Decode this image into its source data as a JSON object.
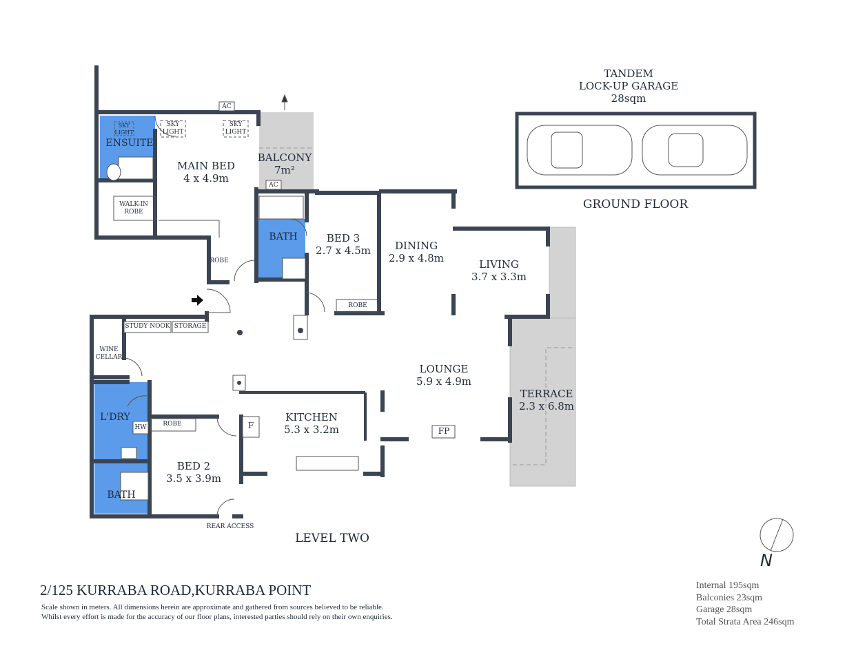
{
  "property": {
    "address": "2/125 KURRABA ROAD,KURRABA POINT",
    "disclaimer_line1": "Scale shown in meters. All dimensions herein are approximate and gathered from sources believed to be  reliable.",
    "disclaimer_line2": "Whilst every effort is made for the accuracy of our floor plans, interested parties should rely on their own enquiries."
  },
  "levels": {
    "level_two": "LEVEL TWO",
    "ground_floor": "GROUND FLOOR"
  },
  "garage": {
    "line1": "TANDEM",
    "line2": "LOCK-UP GARAGE",
    "area": "28sqm"
  },
  "rooms": {
    "ensuite": "ENSUITE",
    "main_bed": {
      "name": "MAIN BED",
      "size": "4 x 4.9m"
    },
    "balcony": {
      "name": "BALCONY",
      "size": "7m²"
    },
    "walk_in_robe": {
      "line1": "WALK-IN",
      "line2": "ROBE"
    },
    "bath_upper": "BATH",
    "bed3": {
      "name": "BED 3",
      "size": "2.7 x 4.5m"
    },
    "dining": {
      "name": "DINING",
      "size": "2.9 x 4.8m"
    },
    "living": {
      "name": "LIVING",
      "size": "3.7 x 3.3m"
    },
    "lounge": {
      "name": "LOUNGE",
      "size": "5.9 x 4.9m"
    },
    "terrace": {
      "name": "TERRACE",
      "size": "2.3 x 6.8m"
    },
    "kitchen": {
      "name": "KITCHEN",
      "size": "5.3 x 3.2m"
    },
    "bed2": {
      "name": "BED 2",
      "size": "3.5 x 3.9m"
    },
    "laundry": "L'DRY",
    "bath_lower": "BATH",
    "wine_cellar": {
      "line1": "WINE",
      "line2": "CELLAR"
    },
    "study_nook": "STUDY NOOK",
    "storage": "STORAGE"
  },
  "fixtures": {
    "skylight": {
      "line1": "SKY",
      "line2": "LIGHT"
    },
    "ac": "AC",
    "robe": "ROBE",
    "fridge": "F",
    "hot_water": "HW",
    "fireplace": "FP",
    "rear_access": "REAR ACCESS"
  },
  "compass": {
    "label": "N"
  },
  "areas": {
    "internal": "Internal 195sqm",
    "balconies": "Balconies 23sqm",
    "garage": "Garage 28sqm",
    "total": "Total Strata Area 246sqm"
  },
  "colors": {
    "wall": "#3b4452",
    "wet_area": "#5b9bea",
    "outdoor": "#d3d3d3",
    "text": "#1f2a3a"
  }
}
